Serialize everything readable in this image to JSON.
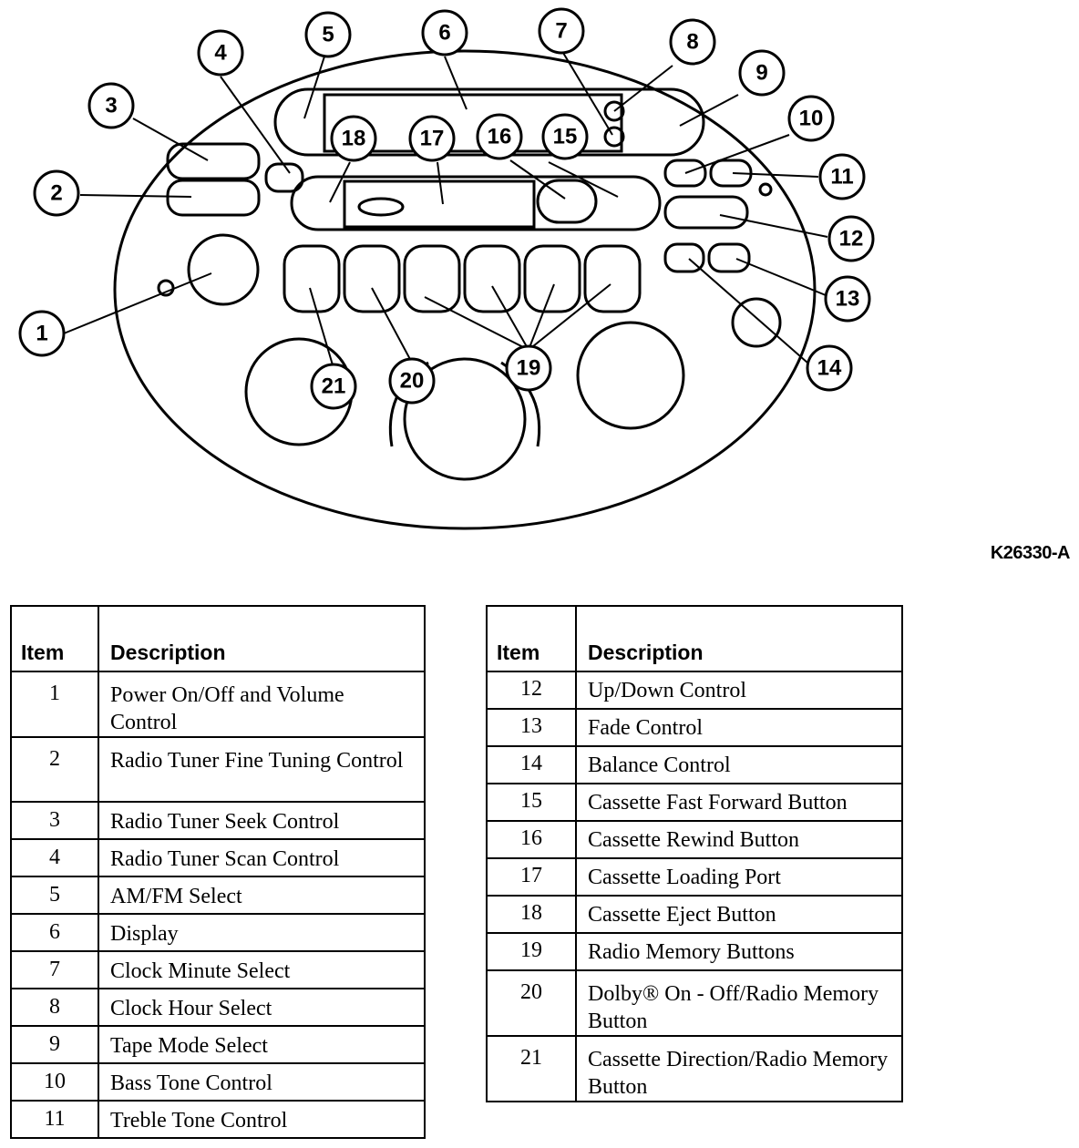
{
  "figure_code": "K26330-A",
  "callouts": [
    "1",
    "2",
    "3",
    "4",
    "5",
    "6",
    "7",
    "8",
    "9",
    "10",
    "11",
    "12",
    "13",
    "14",
    "15",
    "16",
    "17",
    "18",
    "19",
    "20",
    "21"
  ],
  "table_left": {
    "headers": {
      "item": "Item",
      "description": "Description"
    },
    "rows": [
      {
        "item": "1",
        "desc": "Power On/Off and Volume Control"
      },
      {
        "item": "2",
        "desc": "Radio Tuner Fine Tuning Control"
      },
      {
        "item": "3",
        "desc": "Radio Tuner Seek Control"
      },
      {
        "item": "4",
        "desc": "Radio Tuner Scan Control"
      },
      {
        "item": "5",
        "desc": "AM/FM Select"
      },
      {
        "item": "6",
        "desc": "Display"
      },
      {
        "item": "7",
        "desc": "Clock Minute Select"
      },
      {
        "item": "8",
        "desc": "Clock Hour Select"
      },
      {
        "item": "9",
        "desc": "Tape Mode Select"
      },
      {
        "item": "10",
        "desc": "Bass Tone Control"
      },
      {
        "item": "11",
        "desc": "Treble Tone Control"
      }
    ]
  },
  "table_right": {
    "headers": {
      "item": "Item",
      "description": "Description"
    },
    "rows": [
      {
        "item": "12",
        "desc": "Up/Down Control"
      },
      {
        "item": "13",
        "desc": "Fade Control"
      },
      {
        "item": "14",
        "desc": "Balance Control"
      },
      {
        "item": "15",
        "desc": "Cassette Fast Forward Button"
      },
      {
        "item": "16",
        "desc": "Cassette Rewind Button"
      },
      {
        "item": "17",
        "desc": "Cassette Loading Port"
      },
      {
        "item": "18",
        "desc": "Cassette Eject Button"
      },
      {
        "item": "19",
        "desc": "Radio Memory Buttons"
      },
      {
        "item": "20",
        "desc": "Dolby® On - Off/Radio Memory Button"
      },
      {
        "item": "21",
        "desc": "Cassette Direction/Radio Memory Button"
      }
    ]
  }
}
